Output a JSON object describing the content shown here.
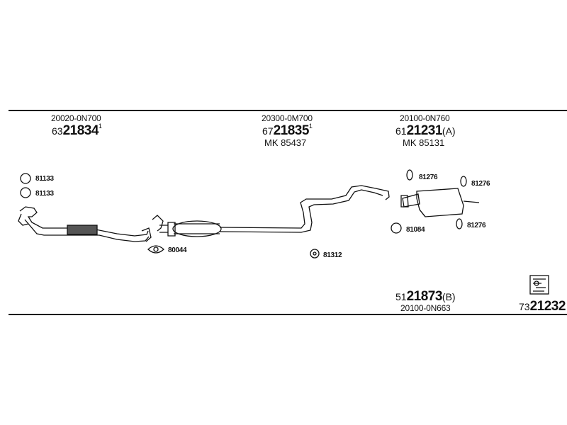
{
  "groups": [
    {
      "oem": "20020-0N700",
      "prefix": "63",
      "big": "21834",
      "suffix": "1"
    },
    {
      "oem": "20300-0M700",
      "prefix": "67",
      "big": "21835",
      "suffix": "1",
      "mk": "MK  85437"
    },
    {
      "oem": "20100-0N760",
      "prefix": "61",
      "big": "21231",
      "suffix": "(A)",
      "mk": "MK  85131"
    },
    {
      "oem": "20100-0N663",
      "prefix": "51",
      "big": "21873",
      "suffix": "(B)"
    }
  ],
  "small_parts": {
    "p81133a": "81133",
    "p81133b": "81133",
    "p80044": "80044",
    "p81312": "81312",
    "p81276a": "81276",
    "p81276b": "81276",
    "p81276c": "81276",
    "p81084": "81084"
  },
  "kit": {
    "prefix": "73",
    "big": "21232"
  }
}
